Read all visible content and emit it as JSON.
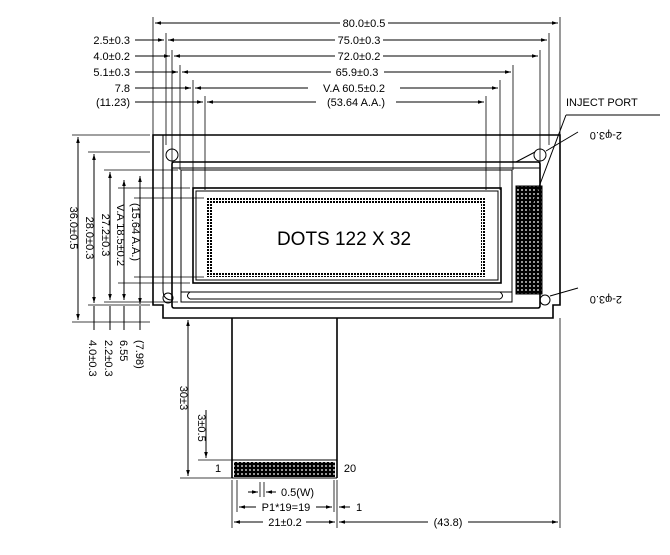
{
  "top_dimensions": {
    "overall_width": "80.0±0.5",
    "pcb_width": "75.0±0.3",
    "bezel_width": "72.0±0.2",
    "glass_width": "65.9±0.3",
    "viewing_area_width": "V.A 60.5±0.2",
    "active_area_width": "(53.64 A.A.)",
    "hole_offset": "2.5±0.3",
    "bezel_offset": "4.0±0.2",
    "glass_offset": "5.1±0.3",
    "va_offset": "7.8",
    "aa_offset": "(11.23)"
  },
  "side_dimensions": {
    "overall_height": "36.0±0.5",
    "pcb_height": "28.0±0.3",
    "glass_height": "27.2±0.3",
    "viewing_area_height": "V.A 18.5±0.2",
    "active_area_height": "(15.64 A.A.)",
    "aa_bottom_offset": "(7.98)",
    "va_bottom_offset": "6.55",
    "glass_bottom_offset": "2.2±0.3",
    "bezel_bottom_offset": "4.0±0.3"
  },
  "display_text": "DOTS  122 X 32",
  "inject_port_label": "INJECT PORT",
  "hole_callout_top": "2-φ3.0",
  "hole_callout_bottom": "2-φ3.0",
  "fpc": {
    "length": "30±3",
    "contact_length": "3±0.5",
    "pin_first": "1",
    "pin_last": "20",
    "pin_width": "0.5(W)",
    "pitch": "P1*19=19",
    "end_margin": "1",
    "fpc_width": "21±0.2",
    "fpc_offset": "(43.8)"
  }
}
